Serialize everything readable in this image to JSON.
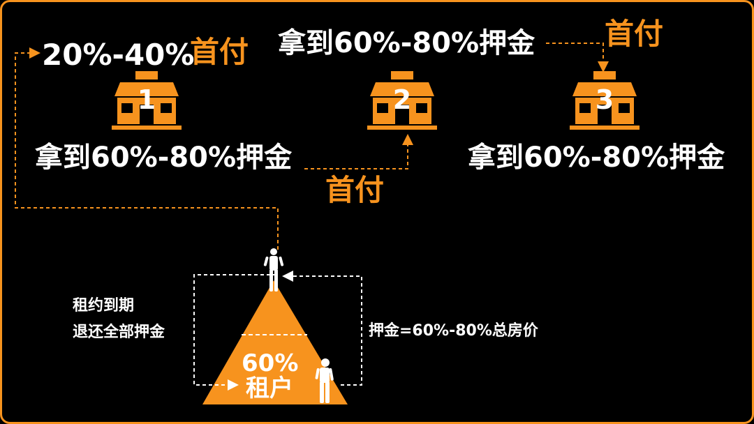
{
  "top_left": {
    "percent": "20%-40%",
    "label": "首付"
  },
  "top_middle": {
    "deposit": "拿到60%-80%押金"
  },
  "top_right": {
    "label": "首付"
  },
  "houses": [
    {
      "number": "1"
    },
    {
      "number": "2"
    },
    {
      "number": "3"
    }
  ],
  "deposit_left": "拿到60%-80%押金",
  "deposit_right": "拿到60%-80%押金",
  "middle_down_payment": "首付",
  "lease_note": {
    "line1": "租约到期",
    "line2": "退还全部押金"
  },
  "deposit_note": "押金=60%-80%总房价",
  "pyramid": {
    "percent": "60%",
    "label": "租户"
  },
  "colors": {
    "accent": "#f7931e",
    "background": "#000000",
    "text": "#ffffff"
  }
}
